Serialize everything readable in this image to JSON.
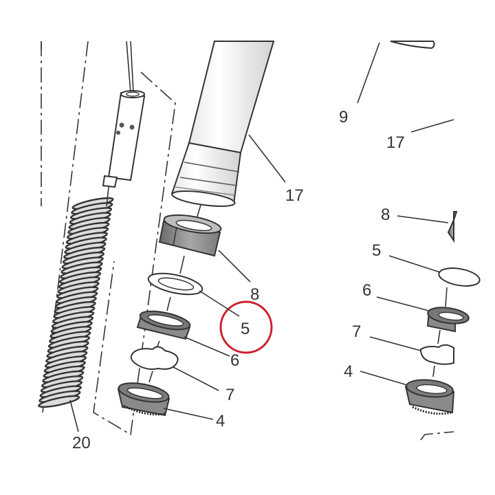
{
  "diagram": {
    "callouts": {
      "left_fork": [
        "17",
        "8",
        "5",
        "6",
        "7",
        "4",
        "20"
      ],
      "right_fork": [
        "9",
        "17",
        "8",
        "5",
        "6",
        "7",
        "4"
      ]
    },
    "highlight": {
      "label": "5",
      "color": "#cc1f2d"
    },
    "colors": {
      "line": "#333333",
      "part_fill_light": "#ffffff",
      "part_fill_mid": "#9c9c9c",
      "part_fill_dark": "#6e6e6e"
    }
  }
}
